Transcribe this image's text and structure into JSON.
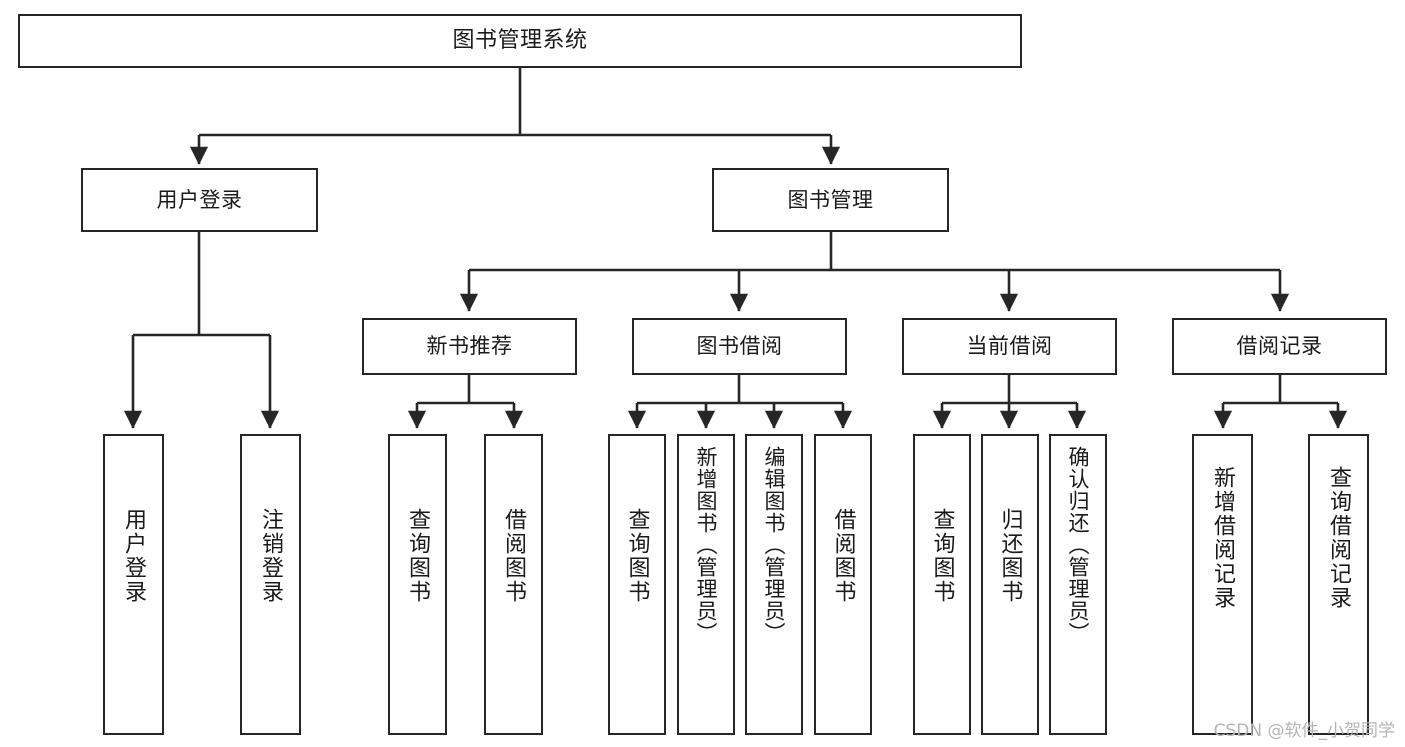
{
  "diagram": {
    "title": "图书管理系统",
    "type": "tree-hierarchy-diagram",
    "stroke_color": "#262626",
    "fill_color": "#ffffff",
    "text_color": "#1a1a1a"
  },
  "nodes": {
    "root": {
      "label": "图书管理系统"
    },
    "level1": [
      {
        "label": "用户登录"
      },
      {
        "label": "图书管理"
      }
    ],
    "level2": [
      {
        "label": "新书推荐"
      },
      {
        "label": "图书借阅"
      },
      {
        "label": "当前借阅"
      },
      {
        "label": "借阅记录"
      }
    ],
    "leaves_user_login": [
      {
        "label": "用户登录"
      },
      {
        "label": "注销登录"
      }
    ],
    "leaves_new_book": [
      {
        "label": "查询图书"
      },
      {
        "label": "借阅图书"
      }
    ],
    "leaves_borrow": [
      {
        "label": "查询图书"
      },
      {
        "label": "新增图书（管理员）"
      },
      {
        "label": "编辑图书（管理员）"
      },
      {
        "label": "借阅图书"
      }
    ],
    "leaves_current": [
      {
        "label": "查询图书"
      },
      {
        "label": "归还图书"
      },
      {
        "label": "确认归还（管理员）"
      }
    ],
    "leaves_records": [
      {
        "label": "新增借阅记录"
      },
      {
        "label": "查询借阅记录"
      }
    ]
  },
  "watermark": {
    "text": "CSDN @软件_小贺同学"
  }
}
